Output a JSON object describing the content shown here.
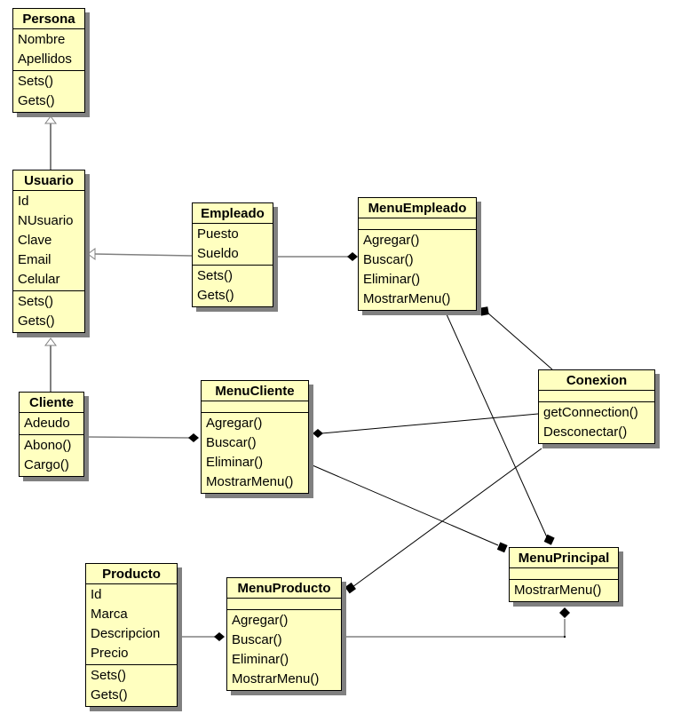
{
  "diagram": {
    "type": "uml-class-diagram",
    "classes": {
      "persona": {
        "name": "Persona",
        "attributes": [
          "Nombre",
          "Apellidos"
        ],
        "methods": [
          "Sets()",
          "Gets()"
        ]
      },
      "usuario": {
        "name": "Usuario",
        "attributes": [
          "Id",
          "NUsuario",
          "Clave",
          "Email",
          "Celular"
        ],
        "methods": [
          "Sets()",
          "Gets()"
        ]
      },
      "empleado": {
        "name": "Empleado",
        "attributes": [
          "Puesto",
          "Sueldo"
        ],
        "methods": [
          "Sets()",
          "Gets()"
        ]
      },
      "menuempleado": {
        "name": "MenuEmpleado",
        "attributes": [],
        "methods": [
          "Agregar()",
          "Buscar()",
          "Eliminar()",
          "MostrarMenu()"
        ]
      },
      "cliente": {
        "name": "Cliente",
        "attributes": [
          "Adeudo"
        ],
        "methods": [
          "Abono()",
          "Cargo()"
        ]
      },
      "menucliente": {
        "name": "MenuCliente",
        "attributes": [],
        "methods": [
          "Agregar()",
          "Buscar()",
          "Eliminar()",
          "MostrarMenu()"
        ]
      },
      "conexion": {
        "name": "Conexion",
        "attributes": [],
        "methods": [
          "getConnection()",
          "Desconectar()"
        ]
      },
      "menuprincipal": {
        "name": "MenuPrincipal",
        "attributes": [],
        "methods": [
          "MostrarMenu()"
        ]
      },
      "producto": {
        "name": "Producto",
        "attributes": [
          "Id",
          "Marca",
          "Descripcion",
          "Precio"
        ],
        "methods": [
          "Sets()",
          "Gets()"
        ]
      },
      "menuproducto": {
        "name": "MenuProducto",
        "attributes": [],
        "methods": [
          "Agregar()",
          "Buscar()",
          "Eliminar()",
          "MostrarMenu()"
        ]
      }
    },
    "relationships": [
      {
        "type": "generalization",
        "from": "Usuario",
        "to": "Persona"
      },
      {
        "type": "generalization",
        "from": "Cliente",
        "to": "Usuario"
      },
      {
        "type": "generalization",
        "from": "Empleado",
        "to": "Usuario"
      },
      {
        "type": "composition",
        "part": "Empleado",
        "whole": "MenuEmpleado"
      },
      {
        "type": "composition",
        "part": "Cliente",
        "whole": "MenuCliente"
      },
      {
        "type": "composition",
        "part": "Producto",
        "whole": "MenuProducto"
      },
      {
        "type": "composition",
        "part": "Conexion",
        "whole": "MenuEmpleado"
      },
      {
        "type": "composition",
        "part": "Conexion",
        "whole": "MenuCliente"
      },
      {
        "type": "composition",
        "part": "Conexion",
        "whole": "MenuProducto"
      },
      {
        "type": "composition",
        "part": "MenuEmpleado",
        "whole": "MenuPrincipal"
      },
      {
        "type": "composition",
        "part": "MenuCliente",
        "whole": "MenuPrincipal"
      },
      {
        "type": "composition",
        "part": "MenuProducto",
        "whole": "MenuPrincipal"
      }
    ],
    "colors": {
      "class_fill": "#ffffc0",
      "border": "#000000",
      "shadow": "#808080",
      "edge": "#000000",
      "generalization_edge": "#808080"
    }
  }
}
